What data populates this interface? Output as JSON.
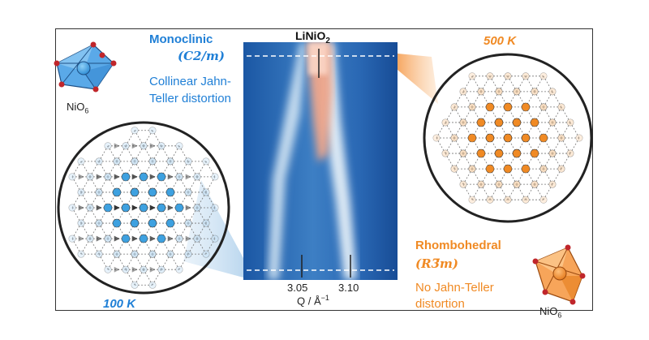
{
  "figure": {
    "compound": "LiNiO",
    "compound_sub": "2",
    "low_phase": {
      "name": "Monoclinic",
      "space_group": "(C2/m)",
      "description_line1": "Collinear Jahn-",
      "description_line2": "Teller distortion",
      "temperature": "100 K",
      "octahedron_label": "NiO",
      "octahedron_sub": "6"
    },
    "high_phase": {
      "name": "Rhombohedral",
      "space_group": "(R3̅m)",
      "description_line1": "No Jahn-Teller",
      "description_line2": "distortion",
      "temperature": "500 K",
      "octahedron_label": "NiO",
      "octahedron_sub": "6"
    },
    "axis": {
      "xlabel": "Q / Å",
      "xlabel_exp": "−1",
      "tick1": "3.05",
      "tick2": "3.10"
    }
  },
  "colors": {
    "monoclinic": "#1f7fd6",
    "rhombohedral": "#f08a24",
    "heatmap_low": "#1b57a4",
    "heatmap_high": "#f4a58a"
  }
}
